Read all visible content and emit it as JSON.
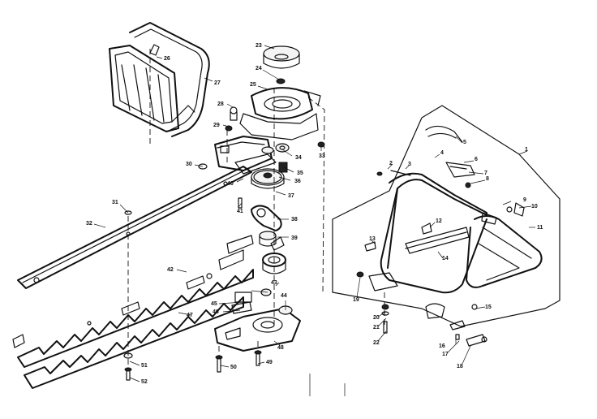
{
  "callouts": [
    {
      "id": "c1",
      "text": "1"
    },
    {
      "id": "c2",
      "text": "2"
    },
    {
      "id": "c3",
      "text": "3"
    },
    {
      "id": "c4",
      "text": "4"
    },
    {
      "id": "c5",
      "text": "5"
    },
    {
      "id": "c6",
      "text": "6"
    },
    {
      "id": "c7",
      "text": "7"
    },
    {
      "id": "c8",
      "text": "8"
    },
    {
      "id": "c9",
      "text": "9"
    },
    {
      "id": "c10",
      "text": "10"
    },
    {
      "id": "c11",
      "text": "11"
    },
    {
      "id": "c12",
      "text": "12"
    },
    {
      "id": "c13",
      "text": "13"
    },
    {
      "id": "c14",
      "text": "14"
    },
    {
      "id": "c15",
      "text": "15"
    },
    {
      "id": "c16",
      "text": "16"
    },
    {
      "id": "c17",
      "text": "17"
    },
    {
      "id": "c18",
      "text": "18"
    },
    {
      "id": "c19",
      "text": "19"
    },
    {
      "id": "c20",
      "text": "20"
    },
    {
      "id": "c21",
      "text": "21"
    },
    {
      "id": "c22",
      "text": "22"
    },
    {
      "id": "c23",
      "text": "23"
    },
    {
      "id": "c24",
      "text": "24"
    },
    {
      "id": "c25",
      "text": "25"
    },
    {
      "id": "c26",
      "text": "26"
    },
    {
      "id": "c27",
      "text": "27"
    },
    {
      "id": "c28",
      "text": "28"
    },
    {
      "id": "c29",
      "text": "29"
    },
    {
      "id": "c30",
      "text": "30"
    },
    {
      "id": "c31",
      "text": "31"
    },
    {
      "id": "c32",
      "text": "32"
    },
    {
      "id": "c33",
      "text": "33"
    },
    {
      "id": "c34",
      "text": "34"
    },
    {
      "id": "c35",
      "text": "35"
    },
    {
      "id": "c36",
      "text": "36"
    },
    {
      "id": "c37",
      "text": "37"
    },
    {
      "id": "c38",
      "text": "38"
    },
    {
      "id": "c39",
      "text": "39"
    },
    {
      "id": "c40",
      "text": "40"
    },
    {
      "id": "c41",
      "text": "41"
    },
    {
      "id": "c42",
      "text": "42"
    },
    {
      "id": "c43",
      "text": "43"
    },
    {
      "id": "c44",
      "text": "44"
    },
    {
      "id": "c45",
      "text": "45"
    },
    {
      "id": "c46",
      "text": "46"
    },
    {
      "id": "c47",
      "text": "47"
    },
    {
      "id": "c48",
      "text": "48"
    },
    {
      "id": "c49",
      "text": "49"
    },
    {
      "id": "c50",
      "text": "50"
    },
    {
      "id": "c51",
      "text": "51"
    },
    {
      "id": "c52",
      "text": "52"
    }
  ]
}
